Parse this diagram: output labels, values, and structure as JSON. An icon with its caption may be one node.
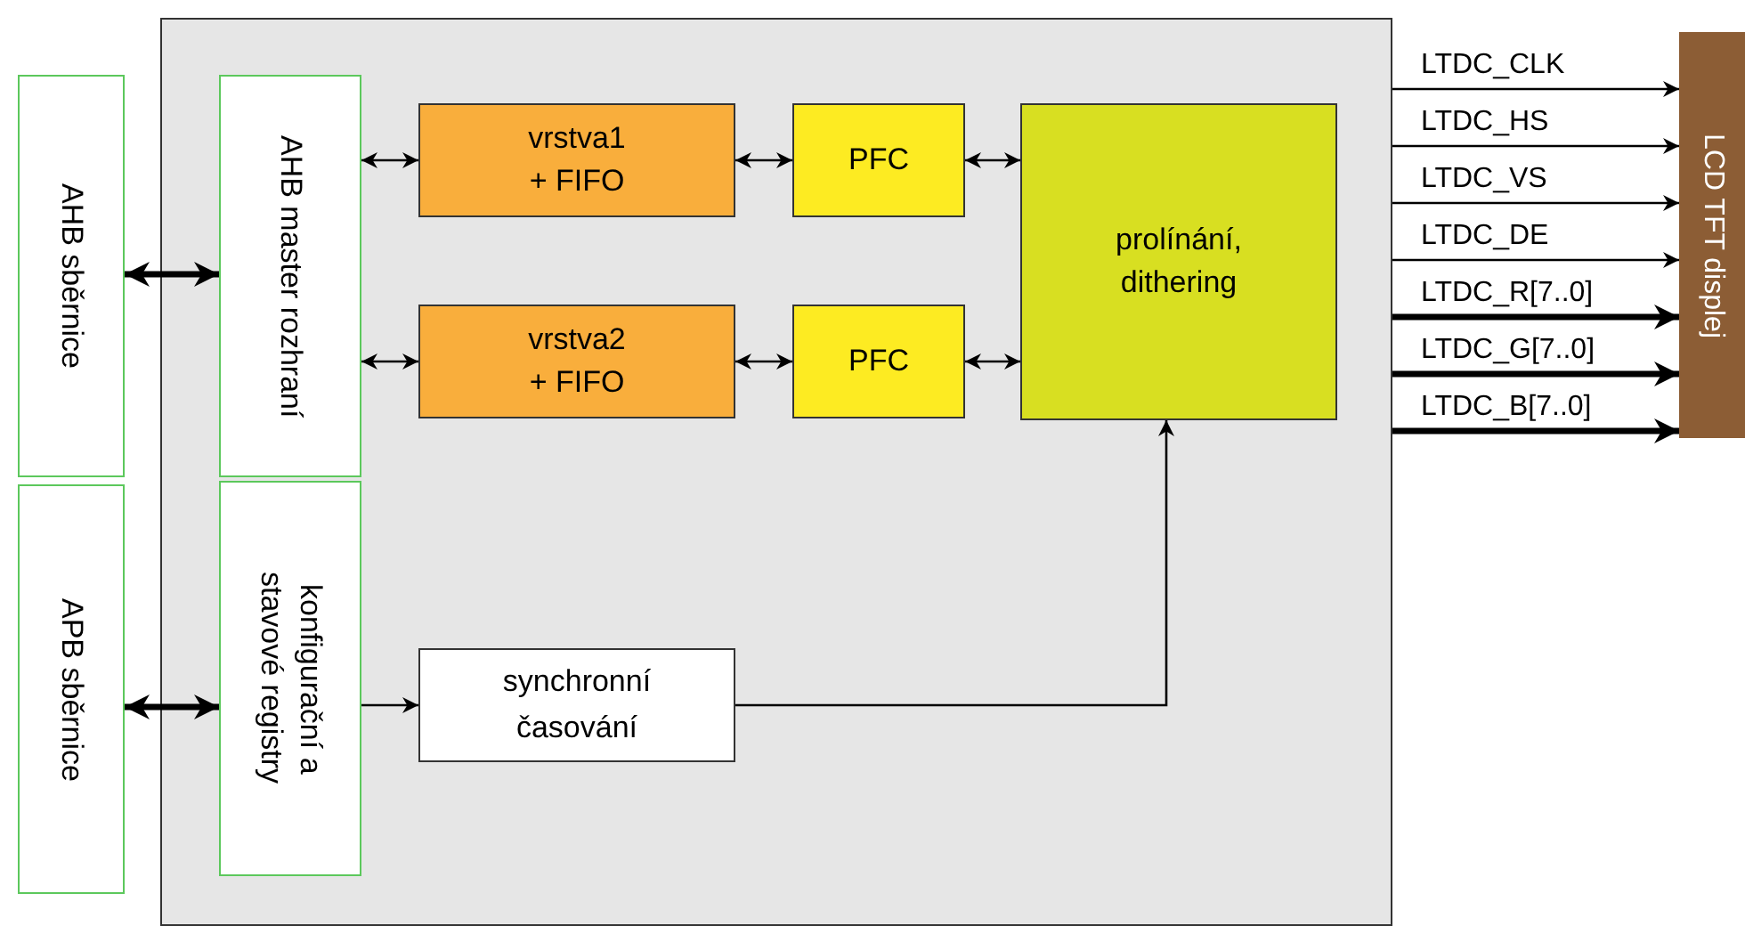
{
  "diagram": {
    "nodes": [
      {
        "text": [
          "AHB sběrnice"
        ]
      },
      {
        "text": [
          "APB sběrnice"
        ]
      },
      {
        "text": [],
        "shape": "box"
      },
      {
        "text": [
          "AHB master rozhraní"
        ],
        "in": 2
      },
      {
        "text": [
          "vrstva1 + FIFO"
        ],
        "in": 2
      },
      {
        "text": [
          "PFC"
        ],
        "in": 2
      },
      {
        "text": [
          "vrstva2 + FIFO"
        ],
        "in": 2
      },
      {
        "text": [
          "PFC"
        ],
        "in": 2
      },
      {
        "text": [
          "prolínání, dithering"
        ],
        "in": 2
      },
      {
        "text": [
          "konfigurační a stavové registry"
        ],
        "in": 2
      },
      {
        "text": [
          "synchronní časování"
        ],
        "in": 2
      },
      {
        "text": [
          "LCD TFT displej"
        ]
      }
    ],
    "edges": [
      {
        "from": 0,
        "to": 3,
        "arrow": "both",
        "style": "thick"
      },
      {
        "from": 1,
        "to": 9,
        "arrow": "both",
        "style": "thick"
      },
      {
        "from": 3,
        "to": 4,
        "arrow": "both"
      },
      {
        "from": 3,
        "to": 6,
        "arrow": "both"
      },
      {
        "from": 4,
        "to": 5,
        "arrow": "both"
      },
      {
        "from": 6,
        "to": 7,
        "arrow": "both"
      },
      {
        "from": 5,
        "to": 8,
        "arrow": "both"
      },
      {
        "from": 7,
        "to": 8,
        "arrow": "both"
      },
      {
        "from": 9,
        "to": 10,
        "arrow": "to"
      },
      {
        "from": 10,
        "to": 8,
        "arrow": "to"
      },
      {
        "from": 2,
        "to": 11,
        "arrow": "to",
        "label": "LTDC_CLK"
      },
      {
        "from": 2,
        "to": 11,
        "arrow": "to",
        "label": "LTDC_HS"
      },
      {
        "from": 2,
        "to": 11,
        "arrow": "to",
        "label": "LTDC_VS"
      },
      {
        "from": 2,
        "to": 11,
        "arrow": "to",
        "label": "LTDC_DE"
      },
      {
        "from": 2,
        "to": 11,
        "arrow": "to",
        "label": "LTDC_R[7..0]",
        "style": "thick"
      },
      {
        "from": 2,
        "to": 11,
        "arrow": "to",
        "label": "LTDC_G[7..0]",
        "style": "thick"
      },
      {
        "from": 2,
        "to": 11,
        "arrow": "to",
        "label": "LTDC_B[7..0]",
        "style": "thick"
      }
    ]
  }
}
